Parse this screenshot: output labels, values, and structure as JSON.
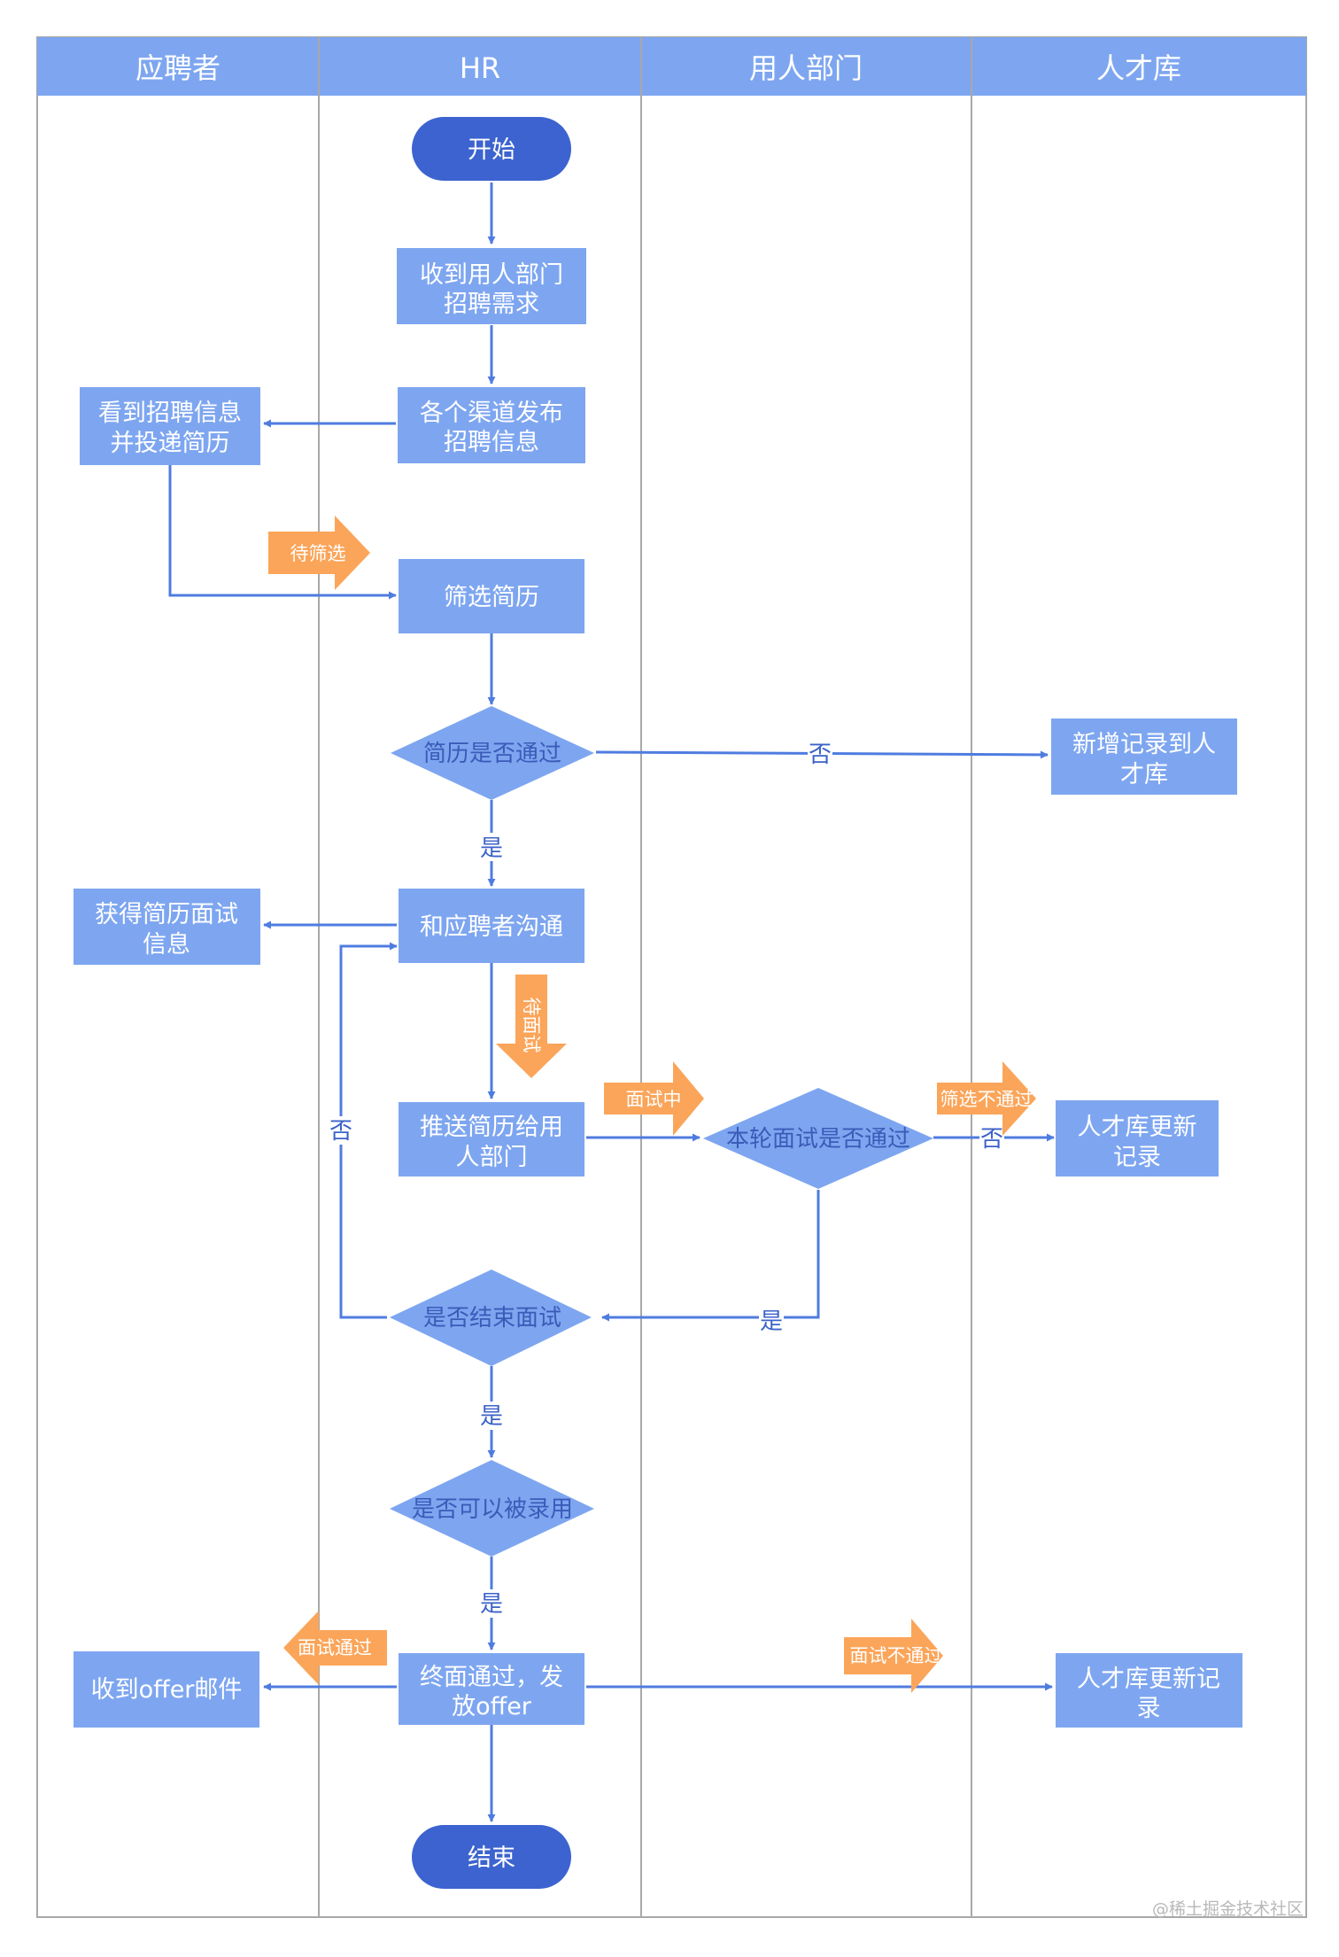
{
  "colors": {
    "header": "#7ea6f0",
    "node": "#7ea6f0",
    "terminal": "#3c63cf",
    "edge": "#4f7ce0",
    "tag": "#fba55a",
    "border": "#a8a8a8"
  },
  "lanes": [
    "应聘者",
    "HR",
    "用人部门",
    "人才库"
  ],
  "nodes": {
    "start": "开始",
    "receive_req": [
      "收到用人部门",
      "招聘需求"
    ],
    "publish": [
      "各个渠道发布",
      "招聘信息"
    ],
    "see_apply": [
      "看到招聘信息",
      "并投递简历"
    ],
    "screen": "筛选简历",
    "resume_pass": "简历是否通过",
    "add_talent": [
      "新增记录到人",
      "才库"
    ],
    "communicate": "和应聘者沟通",
    "get_interview": [
      "获得简历面试",
      "信息"
    ],
    "push_resume": [
      "推送简历给用",
      "人部门"
    ],
    "round_pass": "本轮面试是否通过",
    "talent_update1": [
      "人才库更新",
      "记录"
    ],
    "end_interview": "是否结束面试",
    "can_hire": "是否可以被录用",
    "final_pass": [
      "终面通过，发",
      "放offer"
    ],
    "receive_offer": "收到offer邮件",
    "talent_update2": [
      "人才库更新记",
      "录"
    ],
    "end": "结束"
  },
  "tags": {
    "pending_screen": "待筛选",
    "pending_interview": "待面试",
    "interviewing": "面试中",
    "screen_fail": "筛选不通过",
    "interview_pass": "面试通过",
    "interview_fail": "面试不通过"
  },
  "edge_labels": {
    "yes": "是",
    "no": "否"
  },
  "watermark": "@稀土掘金技术社区"
}
